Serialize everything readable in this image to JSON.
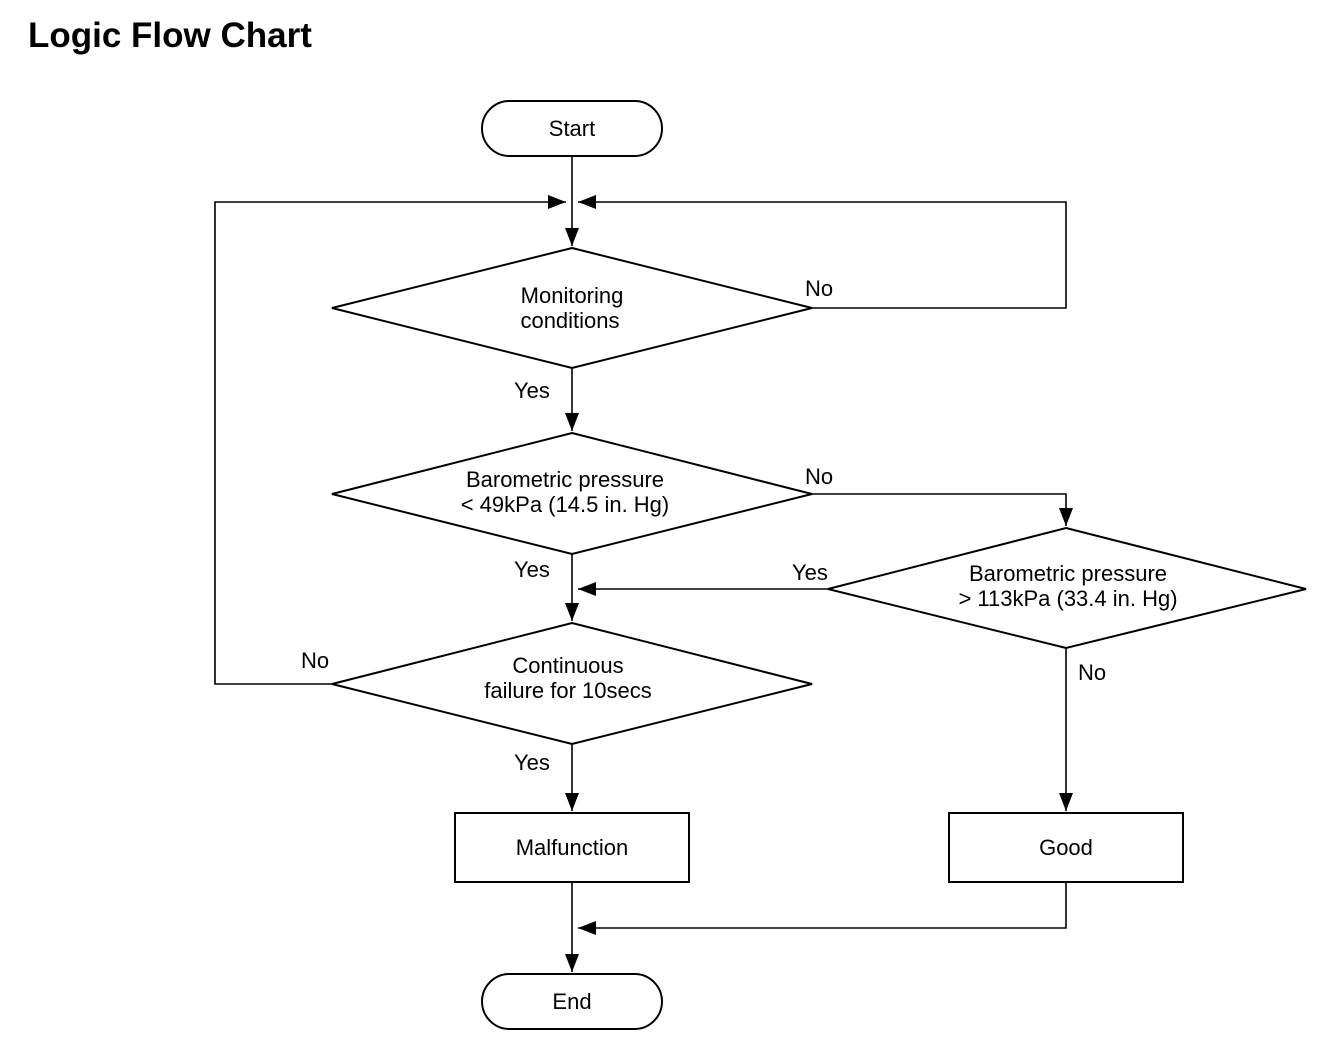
{
  "title": "Logic Flow Chart",
  "nodes": {
    "start": "Start",
    "monitoring": [
      "Monitoring",
      "conditions"
    ],
    "baro_low": [
      "Barometric pressure",
      "< 49kPa (14.5 in. Hg)"
    ],
    "baro_high": [
      "Barometric pressure",
      "> 113kPa (33.4 in. Hg)"
    ],
    "continuous": [
      "Continuous",
      "failure for 10secs"
    ],
    "malfunction": "Malfunction",
    "good": "Good",
    "end": "End"
  },
  "edge_labels": {
    "monitoring_no": "No",
    "monitoring_yes": "Yes",
    "baro_low_no": "No",
    "baro_low_yes": "Yes",
    "baro_high_yes": "Yes",
    "baro_high_no": "No",
    "continuous_no": "No",
    "continuous_yes": "Yes"
  }
}
